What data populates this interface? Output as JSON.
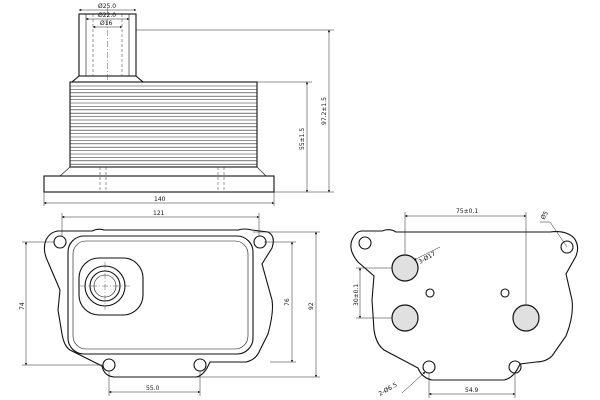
{
  "side_view": {
    "dims": {
      "d_outer": "Ø25.0",
      "d_mid": "Ø22.0",
      "d_inner": "Ø16",
      "h_core": "55±1.5",
      "h_total": "97.2±1.5",
      "w_total": "140"
    }
  },
  "front_view": {
    "dims": {
      "w_inner": "121",
      "h_left": "74",
      "h_mid": "76",
      "h_right": "92",
      "w_bottom": "55.0"
    }
  },
  "hole_view": {
    "dims": {
      "w_top": "75±0.1",
      "corner_d": "Ø5",
      "hole_big": "3-Ø17",
      "v_spacing": "30±0.1",
      "hole_small": "2-Ø6.5",
      "w_bottom": "54.9"
    }
  }
}
